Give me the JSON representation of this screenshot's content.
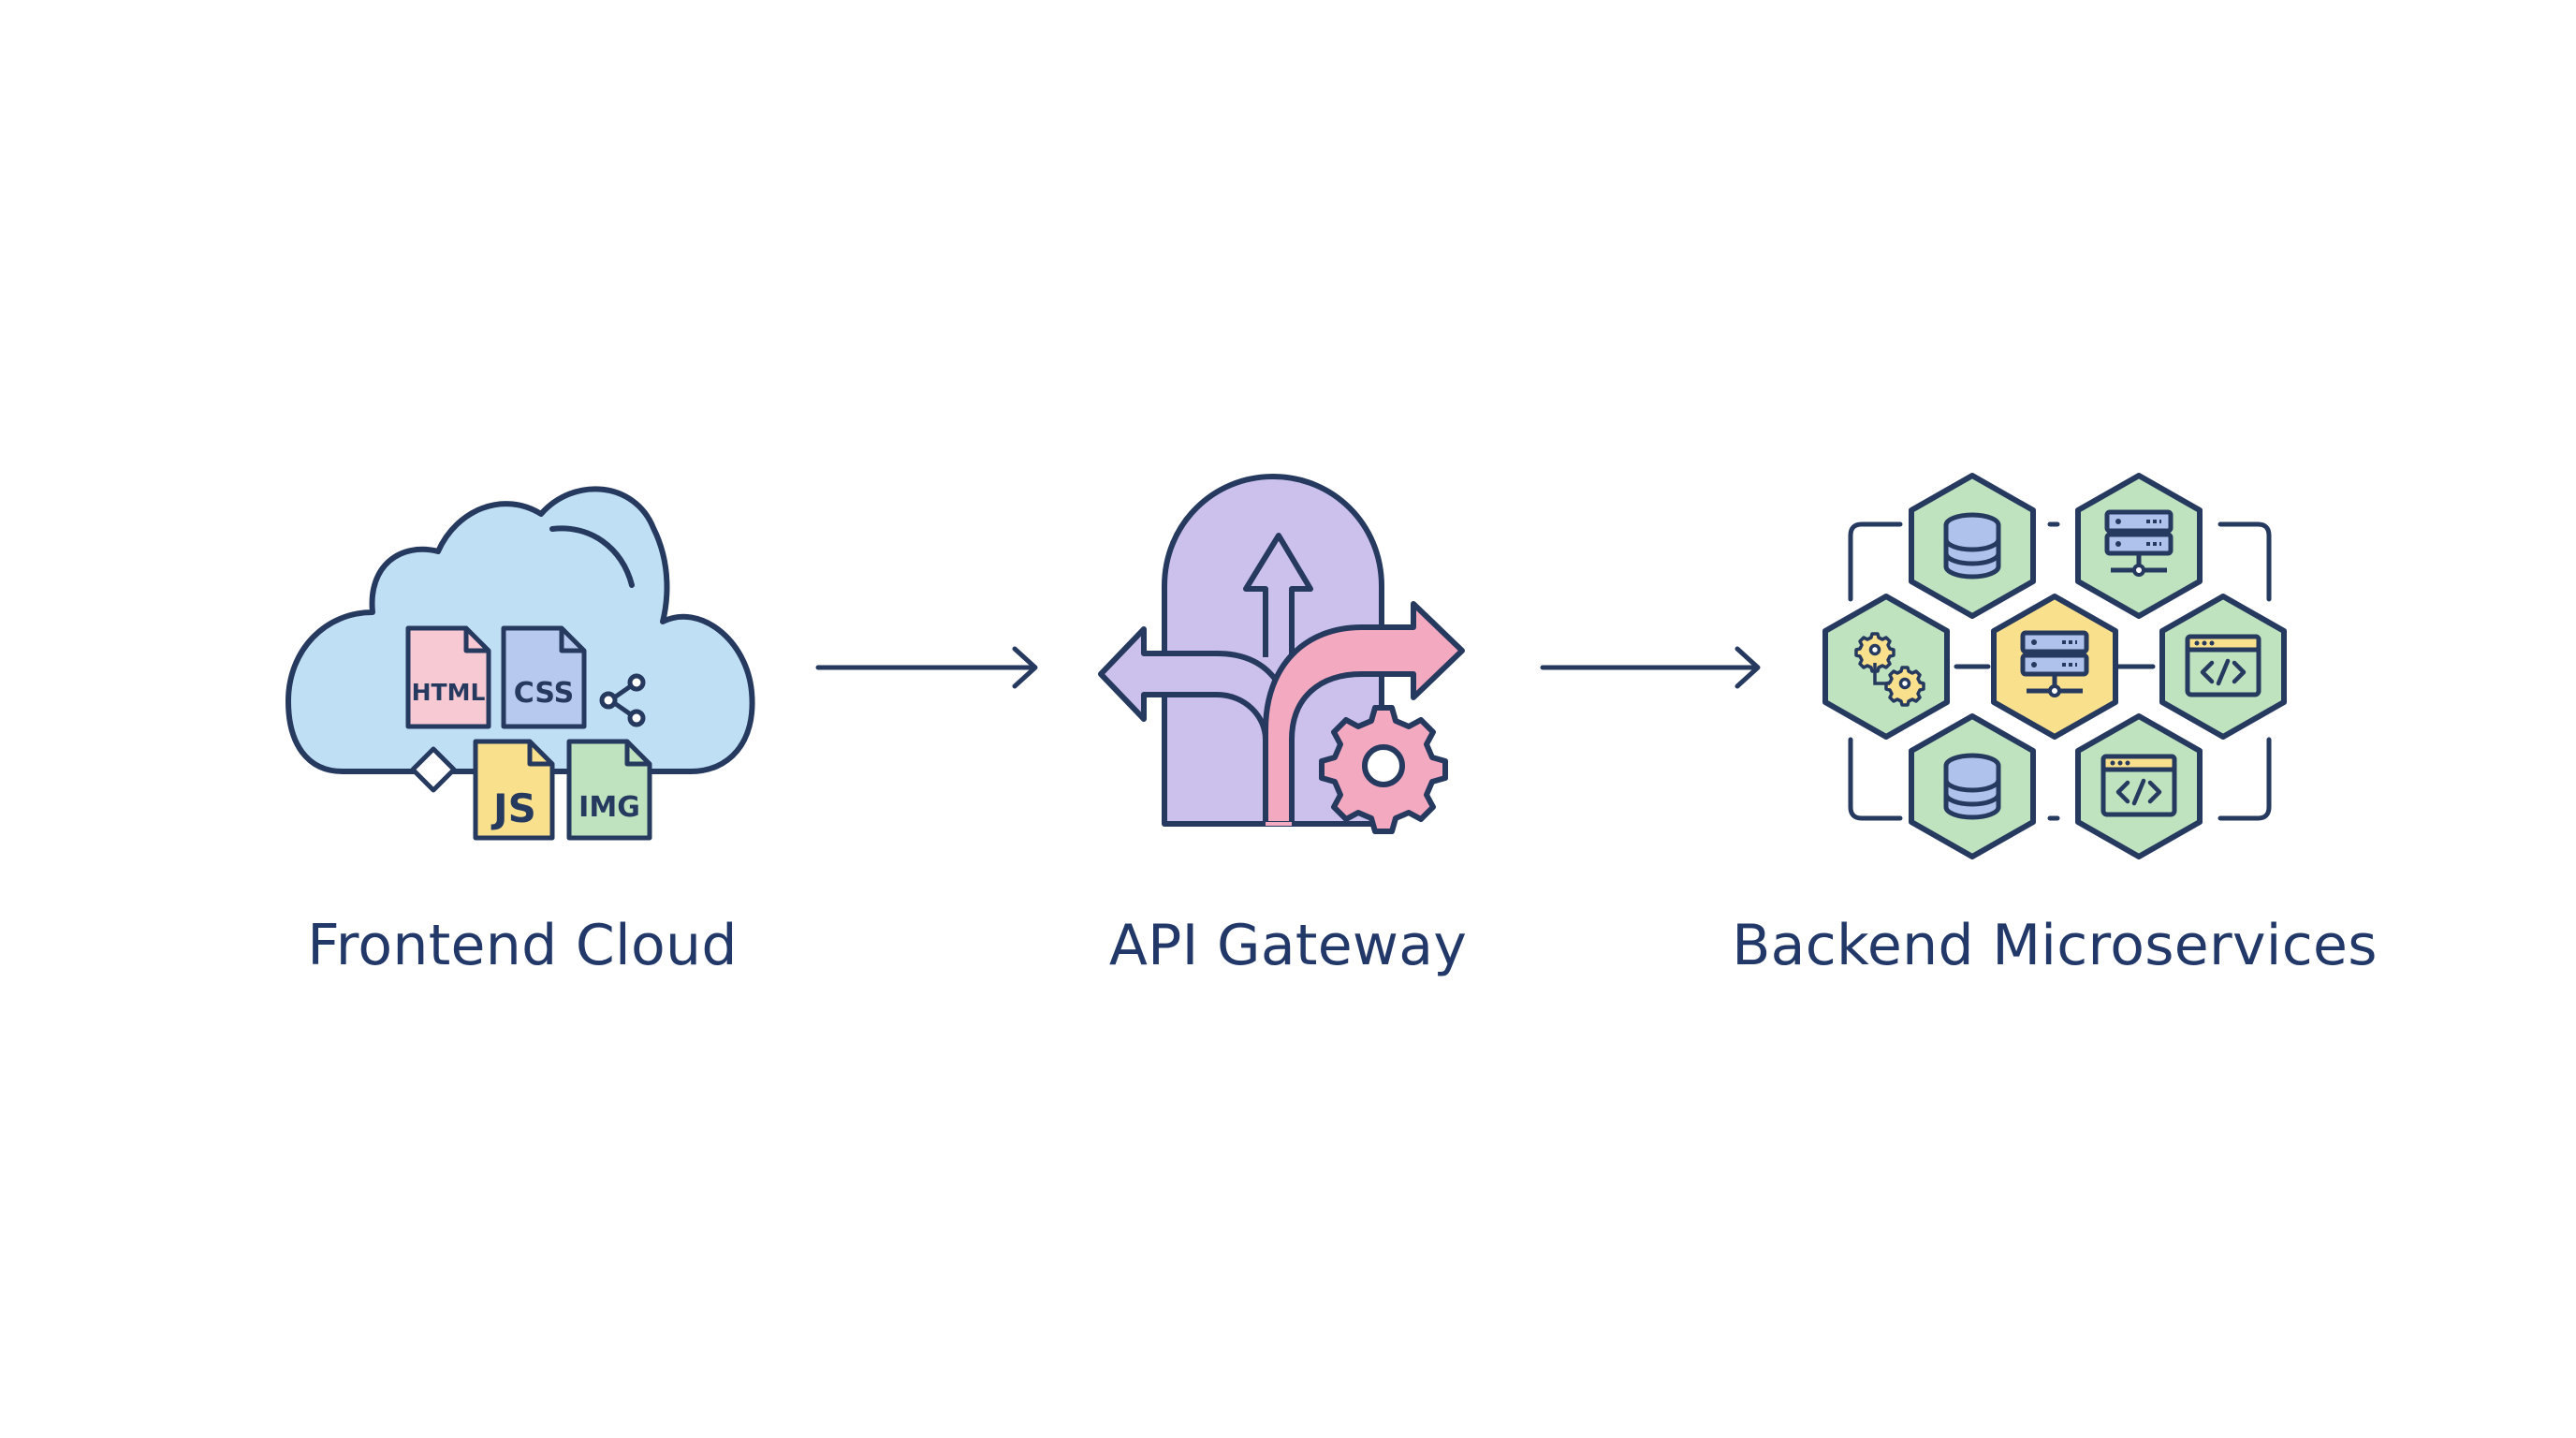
{
  "nodes": [
    {
      "id": "frontend",
      "label": "Frontend Cloud"
    },
    {
      "id": "gateway",
      "label": "API Gateway"
    },
    {
      "id": "backend",
      "label": "Backend Microservices"
    }
  ],
  "edges": [
    {
      "from": "frontend",
      "to": "gateway"
    },
    {
      "from": "gateway",
      "to": "backend"
    }
  ],
  "frontend_files": [
    {
      "label": "HTML",
      "color": "#f7c9d3"
    },
    {
      "label": "CSS",
      "color": "#b7c9ee"
    },
    {
      "label": "JS",
      "color": "#f9e08d"
    },
    {
      "label": "IMG",
      "color": "#bfe2bf"
    }
  ],
  "backend_services": [
    {
      "icon": "database-icon",
      "color": "#bfe2bf"
    },
    {
      "icon": "server-icon",
      "color": "#bfe2bf"
    },
    {
      "icon": "gears-icon",
      "color": "#bfe2bf"
    },
    {
      "icon": "server-icon",
      "color": "#f9e08d"
    },
    {
      "icon": "code-window-icon",
      "color": "#bfe2bf"
    },
    {
      "icon": "database-icon",
      "color": "#bfe2bf"
    },
    {
      "icon": "code-window-icon",
      "color": "#bfe2bf"
    }
  ],
  "colors": {
    "outline": "#26395f",
    "cloud_fill": "#bfe0f4",
    "gateway_fill": "#cbc1ec",
    "route_pink": "#f3a9c0",
    "hex_green": "#bfe2bf",
    "hex_yellow": "#f9e08d",
    "db_blue": "#aec2ec",
    "label_text": "#223868"
  }
}
